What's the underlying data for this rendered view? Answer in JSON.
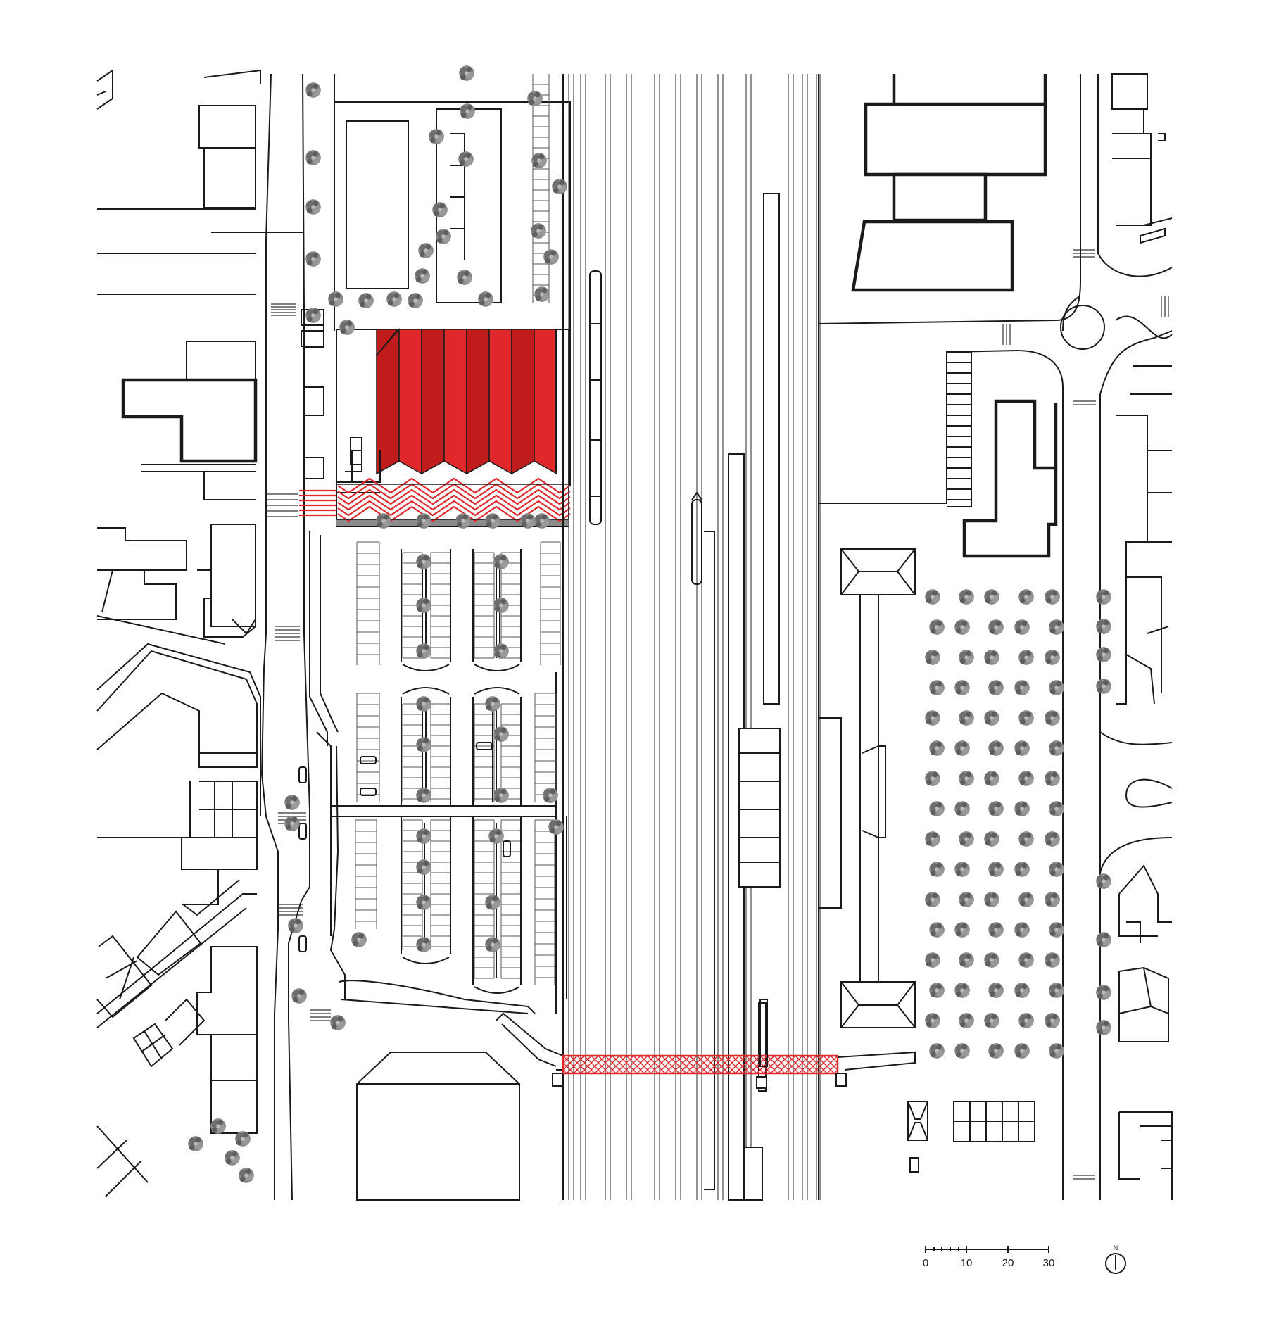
{
  "scale_bar": {
    "ticks": [
      "0",
      "10",
      "20",
      "30"
    ]
  },
  "north_arrow": {
    "label": "N"
  },
  "colors": {
    "building_red": "#c01c1c",
    "building_red_light": "#e0282c",
    "plaza_red": "#e0282c",
    "footbridge_red": "#e0282c",
    "tree_gray": "#7a7a7a",
    "line": "#1a1a1a"
  },
  "icons": {
    "north_arrow": "north-arrow-icon",
    "tree": "tree-icon"
  }
}
